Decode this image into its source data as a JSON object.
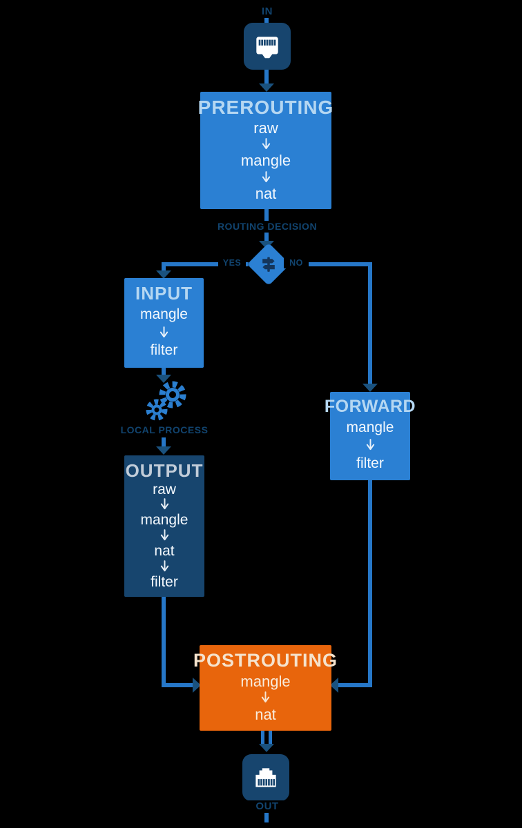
{
  "nodes": {
    "network_in": {
      "label": "IN",
      "icon": "ethernet-port"
    },
    "prerouting": {
      "title": "PREROUTING",
      "tables": [
        "raw",
        "mangle",
        "nat"
      ]
    },
    "routing_decision": {
      "label": "ROUTING DECISION",
      "icon": "signpost",
      "yes_label": "YES",
      "no_label": "NO"
    },
    "input": {
      "title": "INPUT",
      "tables": [
        "mangle",
        "filter"
      ]
    },
    "local_process": {
      "label": "LOCAL PROCESS",
      "icon": "gears"
    },
    "output": {
      "title": "OUTPUT",
      "tables": [
        "raw",
        "mangle",
        "nat",
        "filter"
      ]
    },
    "forward": {
      "title": "FORWARD",
      "tables": [
        "mangle",
        "filter"
      ]
    },
    "postrouting": {
      "title": "POSTROUTING",
      "tables": [
        "mangle",
        "nat"
      ]
    },
    "network_out": {
      "label": "OUT",
      "icon": "ethernet-plug"
    }
  },
  "colors": {
    "background": "#000000",
    "chain_blue": "#2b80d3",
    "chain_navy": "#17456e",
    "chain_orange": "#e8650c",
    "connector_blue": "#2677c8",
    "arrowhead_navy": "#1a527f",
    "title_light_blue": "#b5d7f2",
    "title_cream": "#f5e3cd",
    "dark_label_navy": "#11446f"
  }
}
